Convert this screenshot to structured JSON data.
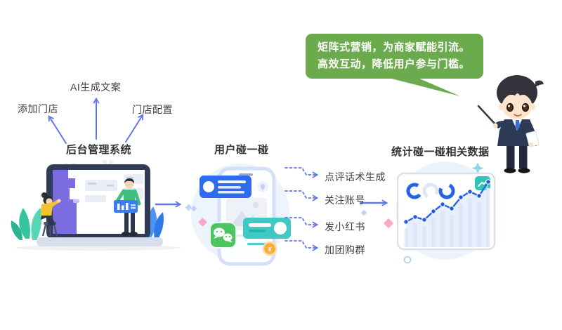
{
  "bubble": {
    "line1": "矩阵式营销，为商家赋能引流。",
    "line2": "高效互动，降低用户参与门槛。",
    "bg_color": "#6cab4d",
    "text_color": "#ffffff"
  },
  "backend": {
    "title": "后台管理系统",
    "features": [
      {
        "label": "添加门店"
      },
      {
        "label": "AI生成文案"
      },
      {
        "label": "门店配置"
      }
    ]
  },
  "flow": {
    "center_title": "用户碰一碰",
    "right_title": "统计碰一碰相关数据"
  },
  "outcomes": [
    {
      "label": "点评话术生成"
    },
    {
      "label": "关注账号"
    },
    {
      "label": "发小红书"
    },
    {
      "label": "加团购群"
    }
  ],
  "icons": {
    "wechat-icon": "chat-bubbles",
    "coin-icon": "¥",
    "trend-badge-icon": "↗",
    "lightbulb-icon": "bulb",
    "pointer-stick-icon": "pointer",
    "sparkle-icon": "✦",
    "image-placeholder-icon": "mountains"
  },
  "colors": {
    "arrow_blue": "#5f78e6",
    "bubble_green": "#6cab4d",
    "title_text": "#333333",
    "label_text": "#3f3f3f",
    "chart_blue": "#2563eb",
    "teal": "#3fc9c5",
    "wechat_green": "#4cc45f",
    "card_blue": "#2f6bef",
    "orange": "#f6ad3a",
    "laptop_navy": "#2f3b57",
    "panel_purple": "#7b6ce0"
  },
  "chart_card": {
    "trend": [
      36,
      43,
      39,
      51,
      61,
      55,
      71,
      79,
      73,
      93
    ],
    "donut_count": 3
  }
}
